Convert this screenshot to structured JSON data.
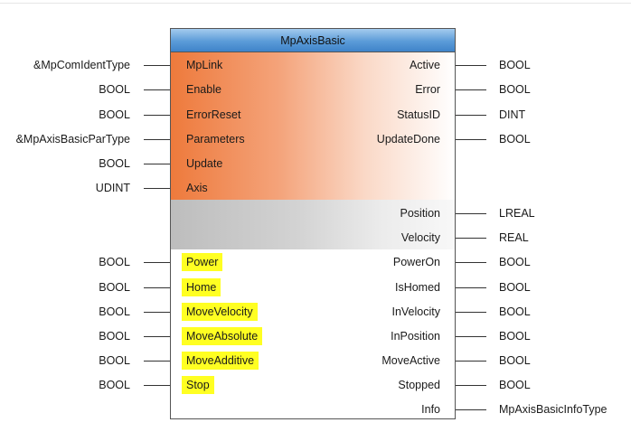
{
  "block": {
    "title": "MpAxisBasic",
    "inputs": [
      {
        "type": "&MpComIdentType",
        "pin": "MpLink"
      },
      {
        "type": "BOOL",
        "pin": "Enable"
      },
      {
        "type": "BOOL",
        "pin": "ErrorReset"
      },
      {
        "type": "&MpAxisBasicParType",
        "pin": "Parameters"
      },
      {
        "type": "BOOL",
        "pin": "Update"
      },
      {
        "type": "UDINT",
        "pin": "Axis"
      },
      {
        "type": "BOOL",
        "pin": "Power",
        "highlighted": true
      },
      {
        "type": "BOOL",
        "pin": "Home",
        "highlighted": true
      },
      {
        "type": "BOOL",
        "pin": "MoveVelocity",
        "highlighted": true
      },
      {
        "type": "BOOL",
        "pin": "MoveAbsolute",
        "highlighted": true
      },
      {
        "type": "BOOL",
        "pin": "MoveAdditive",
        "highlighted": true
      },
      {
        "type": "BOOL",
        "pin": "Stop",
        "highlighted": true
      }
    ],
    "outputs": [
      {
        "pin": "Active",
        "type": "BOOL"
      },
      {
        "pin": "Error",
        "type": "BOOL"
      },
      {
        "pin": "StatusID",
        "type": "DINT"
      },
      {
        "pin": "UpdateDone",
        "type": "BOOL"
      },
      {
        "pin": "Position",
        "type": "LREAL"
      },
      {
        "pin": "Velocity",
        "type": "REAL"
      },
      {
        "pin": "PowerOn",
        "type": "BOOL"
      },
      {
        "pin": "IsHomed",
        "type": "BOOL"
      },
      {
        "pin": "InVelocity",
        "type": "BOOL"
      },
      {
        "pin": "InPosition",
        "type": "BOOL"
      },
      {
        "pin": "MoveActive",
        "type": "BOOL"
      },
      {
        "pin": "Stopped",
        "type": "BOOL"
      },
      {
        "pin": "Info",
        "type": "MpAxisBasicInfoType"
      }
    ]
  },
  "colors": {
    "title_bar": "#5b9bd8",
    "parameter_section": "#ee7a3c",
    "status_section": "#bdbdbd",
    "highlight": "#ffff22"
  }
}
